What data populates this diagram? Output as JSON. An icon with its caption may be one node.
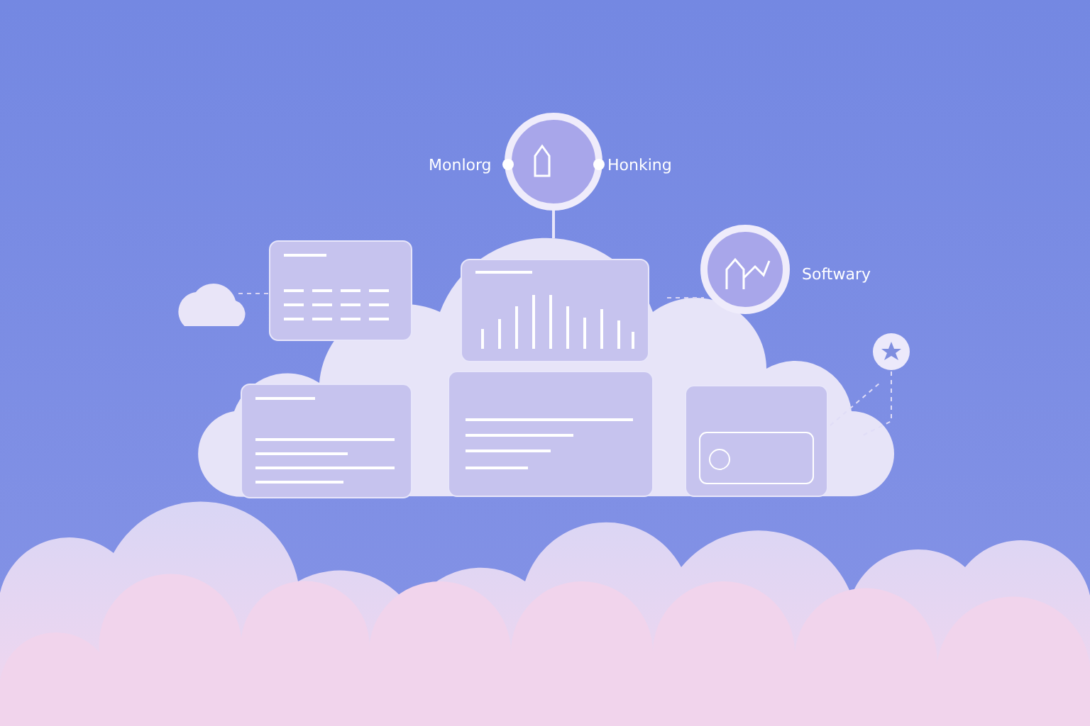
{
  "diagram": {
    "labels": [
      "Monlorg",
      "Honking",
      "Softwary"
    ]
  }
}
